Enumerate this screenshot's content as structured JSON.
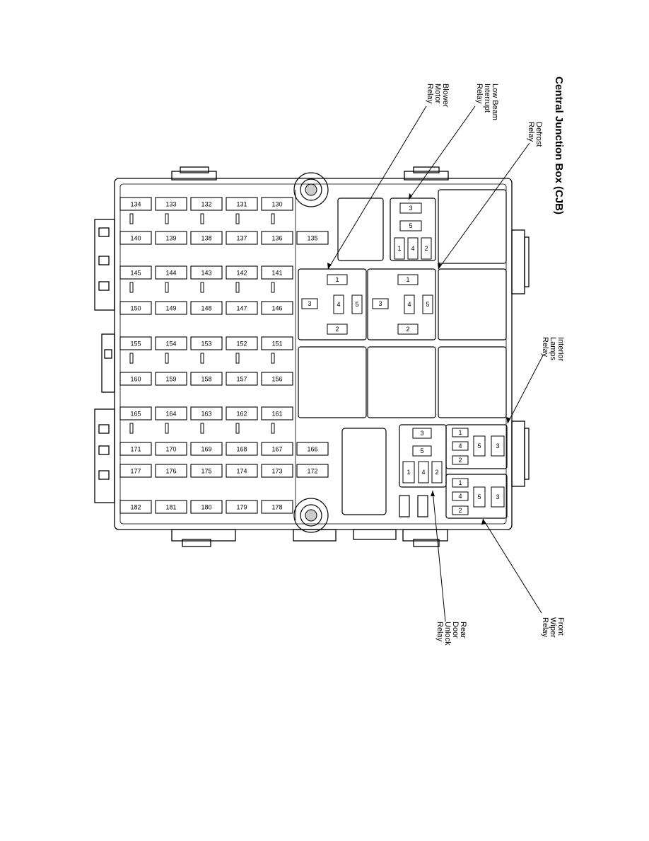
{
  "title": "Central Junction Box (CJB)",
  "callouts": [
    {
      "id": "blower",
      "lines": [
        "Blower",
        "Motor",
        "Relay"
      ]
    },
    {
      "id": "lowbeam",
      "lines": [
        "Low Beam",
        "Interrupt",
        "Relay"
      ]
    },
    {
      "id": "defrost",
      "lines": [
        "Defrost",
        "Relay"
      ]
    },
    {
      "id": "interior",
      "lines": [
        "Interior",
        "Lamps",
        "Relay"
      ]
    },
    {
      "id": "frontwiper",
      "lines": [
        "Front",
        "Wiper",
        "Relay"
      ]
    },
    {
      "id": "reardoor",
      "lines": [
        "Rear",
        "Door",
        "Unlock",
        "Relay"
      ]
    }
  ],
  "fuses": {
    "row1": [
      "134",
      "133",
      "132",
      "131",
      "130"
    ],
    "row2": [
      "140",
      "139",
      "138",
      "137",
      "136",
      "135"
    ],
    "row3": [
      "145",
      "144",
      "143",
      "142",
      "141"
    ],
    "row4": [
      "150",
      "149",
      "148",
      "147",
      "146"
    ],
    "row5": [
      "155",
      "154",
      "153",
      "152",
      "151"
    ],
    "row6": [
      "160",
      "159",
      "158",
      "157",
      "156"
    ],
    "row7": [
      "165",
      "164",
      "163",
      "162",
      "161"
    ],
    "row8": [
      "171",
      "170",
      "169",
      "168",
      "167",
      "166"
    ],
    "row9": [
      "177",
      "176",
      "175",
      "174",
      "173",
      "172"
    ],
    "row10": [
      "182",
      "181",
      "180",
      "179",
      "178"
    ]
  },
  "relay_pins": {
    "big": [
      "1",
      "3",
      "4",
      "5",
      "2"
    ],
    "small": [
      "3",
      "5",
      "1",
      "4",
      "2"
    ]
  }
}
